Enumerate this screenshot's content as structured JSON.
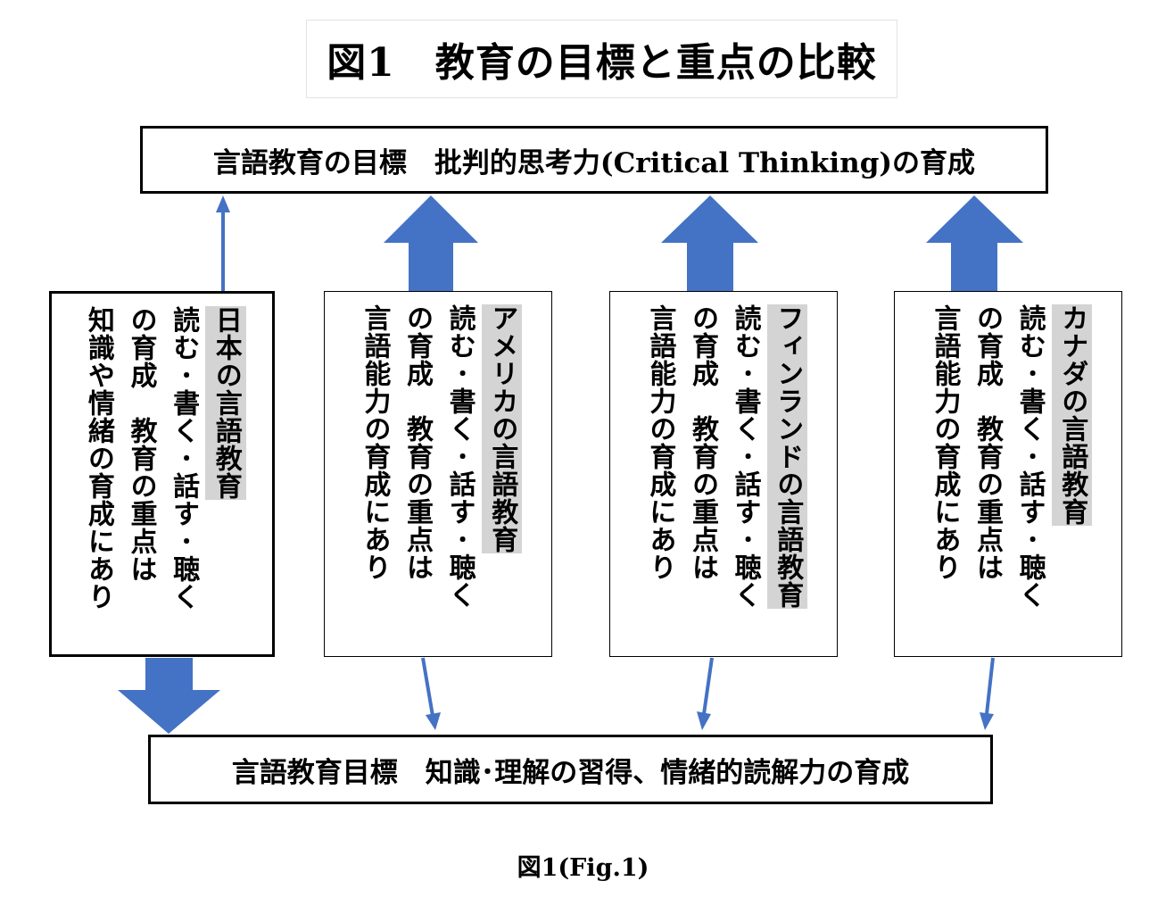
{
  "title": "図1　教育の目標と重点の比較",
  "goal_top": "言語教育の目標　批判的思考力(Critical Thinking)の育成",
  "goal_bottom": "言語教育目標　知識･理解の習得、情緒的読解力の育成",
  "countries": [
    {
      "heading": "日本の言語教育",
      "lines": [
        "読む･書く･話す･聴く",
        "の育成　教育の重点は",
        "知識や情緒の育成にあり"
      ]
    },
    {
      "heading": "アメリカの言語教育",
      "lines": [
        "読む･書く･話す･聴く",
        "の育成　教育の重点は",
        "言語能力の育成にあり"
      ]
    },
    {
      "heading": "フィンランドの言語教育",
      "lines": [
        "読む･書く･話す･聴く",
        "の育成　教育の重点は",
        "言語能力の育成にあり"
      ]
    },
    {
      "heading": "カナダの言語教育",
      "lines": [
        "読む･書く･話す･聴く",
        "の育成　教育の重点は",
        "言語能力の育成にあり"
      ]
    }
  ],
  "caption": "図1(Fig.1)",
  "colors": {
    "arrow": "#4472c4",
    "heading_highlight": "#d4d4d4",
    "border": "#000000"
  }
}
